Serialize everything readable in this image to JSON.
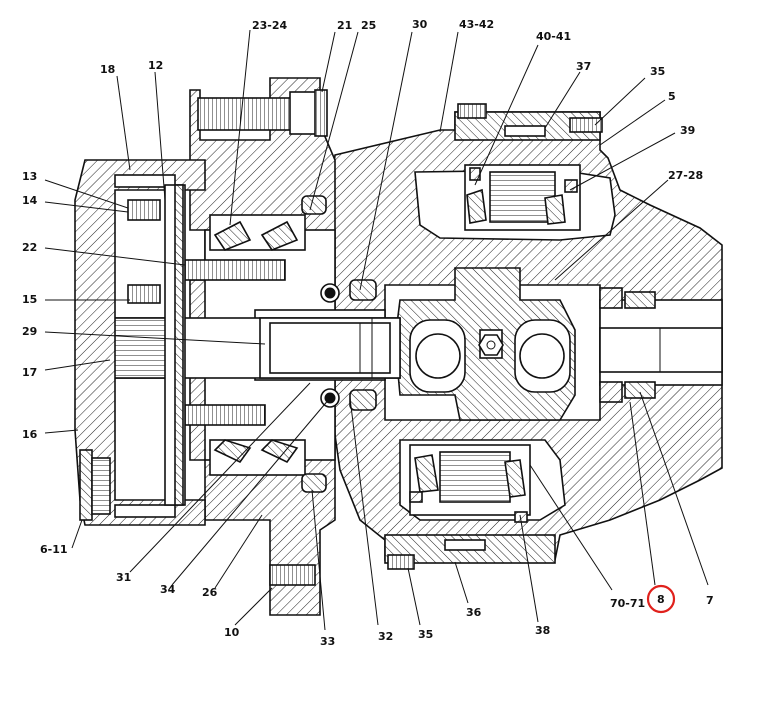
{
  "diagram": {
    "labels": [
      {
        "id": "18",
        "text": "18"
      },
      {
        "id": "12",
        "text": "12"
      },
      {
        "id": "23-24",
        "text": "23-24"
      },
      {
        "id": "21",
        "text": "21"
      },
      {
        "id": "25",
        "text": "25"
      },
      {
        "id": "30",
        "text": "30"
      },
      {
        "id": "43-42",
        "text": "43-42"
      },
      {
        "id": "40-41",
        "text": "40-41"
      },
      {
        "id": "37",
        "text": "37"
      },
      {
        "id": "35a",
        "text": "35"
      },
      {
        "id": "5",
        "text": "5"
      },
      {
        "id": "39",
        "text": "39"
      },
      {
        "id": "27-28",
        "text": "27-28"
      },
      {
        "id": "13",
        "text": "13"
      },
      {
        "id": "14",
        "text": "14"
      },
      {
        "id": "22",
        "text": "22"
      },
      {
        "id": "15",
        "text": "15"
      },
      {
        "id": "29",
        "text": "29"
      },
      {
        "id": "17",
        "text": "17"
      },
      {
        "id": "16",
        "text": "16"
      },
      {
        "id": "6-11",
        "text": "6-11"
      },
      {
        "id": "31",
        "text": "31"
      },
      {
        "id": "34",
        "text": "34"
      },
      {
        "id": "26",
        "text": "26"
      },
      {
        "id": "10",
        "text": "10"
      },
      {
        "id": "33",
        "text": "33"
      },
      {
        "id": "32",
        "text": "32"
      },
      {
        "id": "35b",
        "text": "35"
      },
      {
        "id": "36",
        "text": "36"
      },
      {
        "id": "38",
        "text": "38"
      },
      {
        "id": "70-71",
        "text": "70-71"
      },
      {
        "id": "8",
        "text": "8"
      },
      {
        "id": "7",
        "text": "7"
      }
    ],
    "highlighted_label": "8",
    "colors": {
      "line": "#111111",
      "highlight": "#e0211c",
      "background": "#ffffff"
    }
  }
}
